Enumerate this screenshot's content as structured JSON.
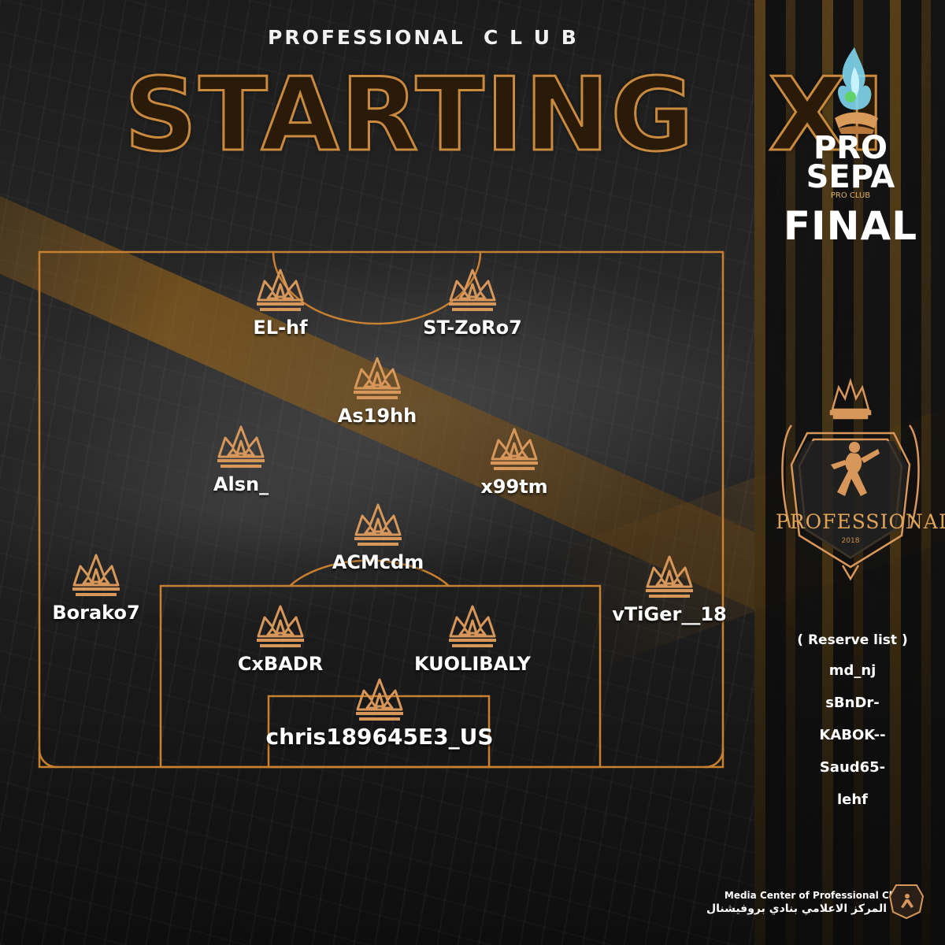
{
  "header": {
    "subtitle": "PROFESSIONAL  C L U B",
    "title": "STARTING  XI"
  },
  "brand": {
    "pro": "PRO",
    "sepa": "SEPA",
    "proclub": "PRO CLUB",
    "final": "FINAL",
    "emblem_text": "PROFESSIONAL",
    "emblem_year": "2018"
  },
  "players": {
    "st_left": "EL-hf",
    "st_right": "ST-ZoRo7",
    "cam": "As19hh",
    "cm_left": "Alsn_",
    "cm_right": "x99tm",
    "cdm": "ACMcdm",
    "lb": "Borako7",
    "rb": "vTiGer__18",
    "cb_left": "CxBADR",
    "cb_right": "KUOLIBALY",
    "gk": "chris189645E3_US"
  },
  "reserve": {
    "title": "( Reserve list )",
    "items": [
      "md_nj",
      "sBnDr-",
      "KABOK--",
      "Saud65-",
      "lehf"
    ]
  },
  "footer": {
    "english": "Media Center of Professional Club",
    "arabic": "المركز الاعلامي بنادي بروفيشنال"
  },
  "colors": {
    "accent_gold": "#c98a3e",
    "pitch_line": "#c77f30",
    "crown": "#d8975a"
  }
}
